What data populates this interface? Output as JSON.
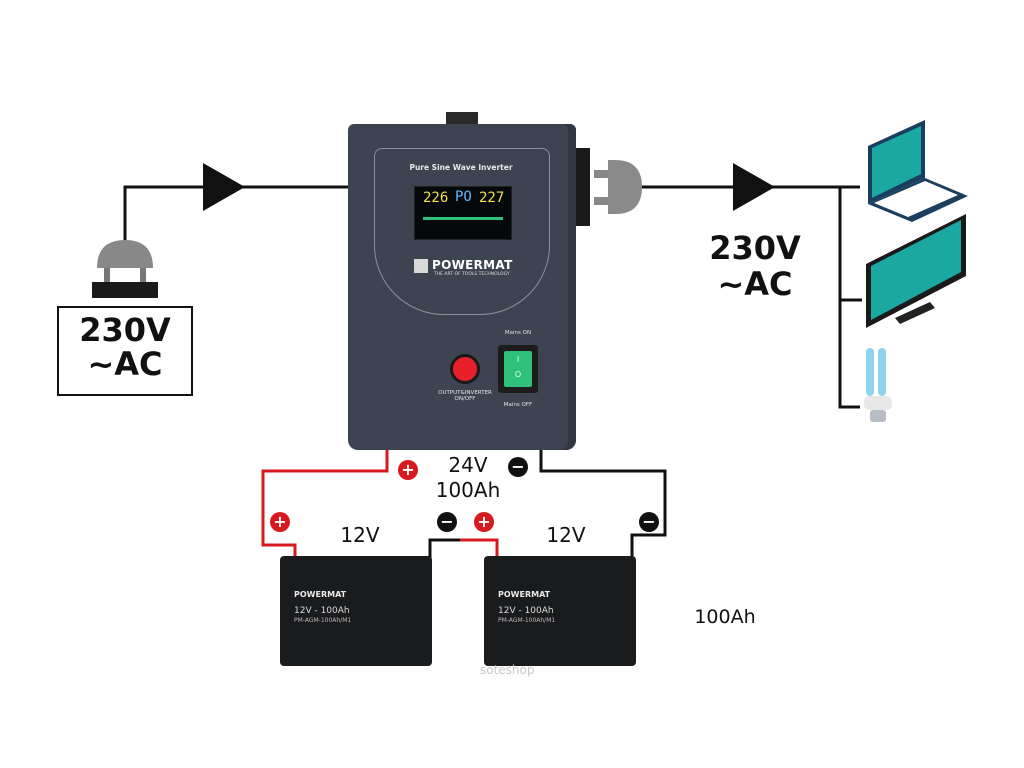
{
  "input": {
    "voltage": "230V",
    "type": "~AC"
  },
  "output": {
    "voltage": "230V",
    "type": "~AC"
  },
  "inverter": {
    "title": "Pure Sine Wave Inverter",
    "brand": "POWERMAT",
    "tagline": "THE ART OF TOOLS TECHNOLOGY",
    "lcd": {
      "input_value": "226",
      "mode": "PO",
      "output_value": "227"
    },
    "output_button_label_line1": "OUTPUT&INVERTER",
    "output_button_label_line2": "ON/OFF",
    "mains_on_label": "Mains ON",
    "mains_off_label": "Mains OFF",
    "switch_on_symbol": "I",
    "switch_off_symbol": "O"
  },
  "bank": {
    "voltage": "24V",
    "capacity": "100Ah",
    "plus_symbol": "+",
    "minus_symbol": "−"
  },
  "batteries": [
    {
      "voltage_label": "12V",
      "brand": "POWERMAT",
      "spec": "12V - 100Ah",
      "model": "PM-AGM-100Ah/M1"
    },
    {
      "voltage_label": "12V",
      "brand": "POWERMAT",
      "spec": "12V - 100Ah",
      "model": "PM-AGM-100Ah/M1"
    }
  ],
  "battery_capacity_note": "100Ah",
  "devices": [
    "laptop",
    "monitor",
    "cfl-bulb"
  ],
  "watermark": "soteshop",
  "colors": {
    "positive": "#d71920",
    "negative": "#111111",
    "device_teal": "#1aa8a0",
    "inverter_body": "#3d4350"
  }
}
